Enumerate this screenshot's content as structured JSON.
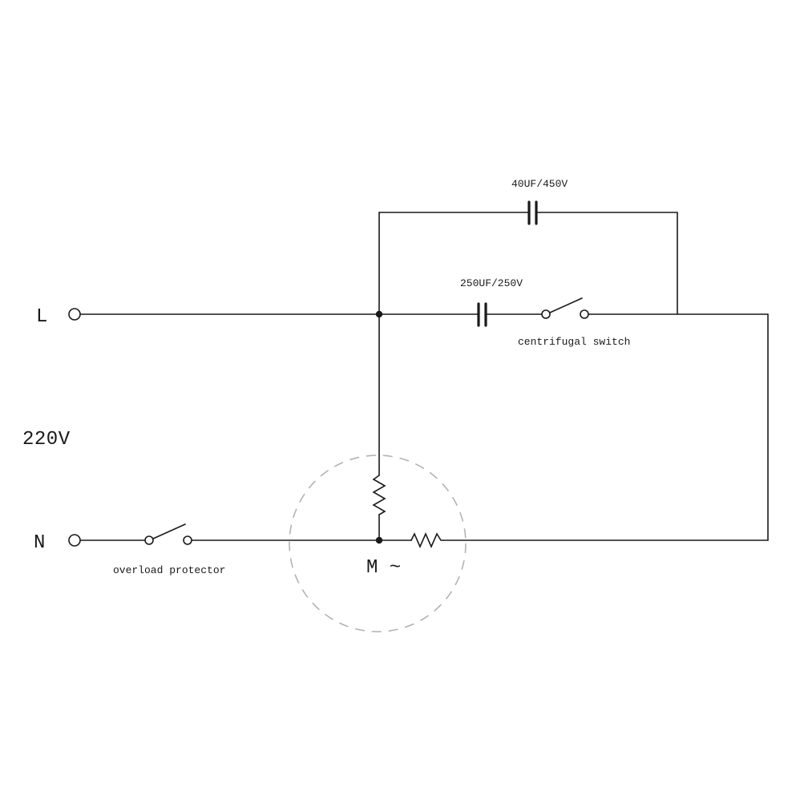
{
  "diagram": {
    "supply": {
      "line_label": "L",
      "neutral_label": "N",
      "voltage_label": "220V"
    },
    "components": {
      "run_capacitor": {
        "label": "40UF/450V"
      },
      "start_capacitor": {
        "label": "250UF/250V"
      },
      "centrifugal_switch": {
        "label": "centrifugal switch"
      },
      "overload_protector": {
        "label": "overload protector"
      },
      "motor": {
        "label": "M ~"
      }
    },
    "colors": {
      "wire": "#1a1a1a",
      "text": "#1a1a1a",
      "motor_outline": "#b3b3b3",
      "background": "#ffffff"
    }
  }
}
